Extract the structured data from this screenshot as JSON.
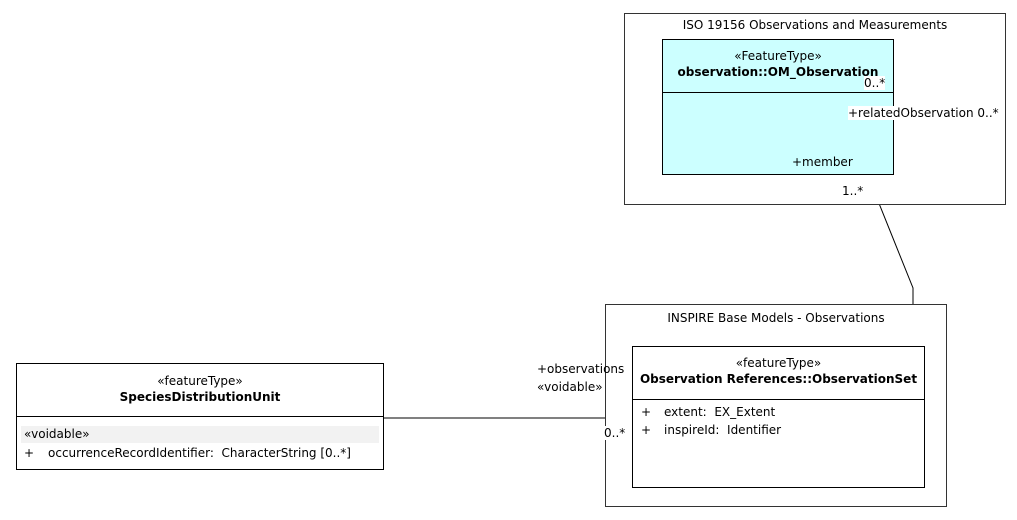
{
  "packages": {
    "iso": {
      "title": "ISO 19156 Observations and Measurements"
    },
    "inspire": {
      "title": "INSPIRE Base Models - Observations"
    }
  },
  "classes": {
    "om_observation": {
      "stereotype": "«FeatureType»",
      "name": "observation::OM_Observation",
      "fill": "#ccffff"
    },
    "species_distribution_unit": {
      "stereotype": "«featureType»",
      "name": "SpeciesDistributionUnit",
      "section_stereotype": "«voidable»",
      "attributes": [
        {
          "visibility": "+",
          "text": "occurrenceRecordIdentifier:  CharacterString [0..*]"
        }
      ]
    },
    "observation_set": {
      "stereotype": "«featureType»",
      "name": "Observation References::ObservationSet",
      "attributes": [
        {
          "visibility": "+",
          "text": "extent:  EX_Extent"
        },
        {
          "visibility": "+",
          "text": "inspireId:  Identifier"
        }
      ]
    }
  },
  "associations": {
    "self_related": {
      "end_multiplicity": "0..*",
      "role": "+relatedObservation 0..*"
    },
    "member": {
      "role": "+member",
      "multiplicity": "1..*"
    },
    "observations": {
      "role": "+observations",
      "stereotype": "«voidable»",
      "multiplicity": "0..*"
    }
  }
}
